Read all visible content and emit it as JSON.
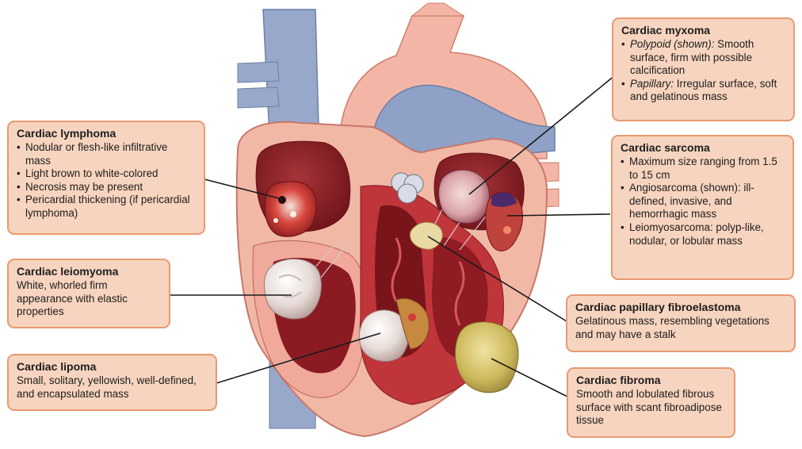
{
  "callouts": {
    "lymphoma": {
      "title": "Cardiac lymphoma",
      "items": [
        "Nodular or flesh-like infiltrative mass",
        "Light brown to white-colored",
        "Necrosis may be present",
        "Pericardial thickening (if pericardial lymphoma)"
      ]
    },
    "leiomyoma": {
      "title": "Cardiac leiomyoma",
      "description": "White, whorled firm appearance with elastic properties"
    },
    "lipoma": {
      "title": "Cardiac lipoma",
      "description": "Small, solitary, yellowish, well-defined, and encapsulated mass"
    },
    "myxoma": {
      "title": "Cardiac myxoma",
      "items": [
        {
          "label": "Polypoid (shown):",
          "text": " Smooth surface, firm with possible calcification"
        },
        {
          "label": "Papillary:",
          "text": " Irregular surface, soft and gelatinous mass"
        }
      ]
    },
    "sarcoma": {
      "title": "Cardiac sarcoma",
      "items": [
        "Maximum size ranging from 1.5 to 15 cm",
        "Angiosarcoma (shown): ill-defined, invasive, and hemorrhagic mass",
        "Leiomyosarcoma: polyp-like, nodular, or lobular mass"
      ]
    },
    "fibroelastoma": {
      "title": "Cardiac papillary fibroelastoma",
      "description": "Gelatinous mass, resembling vegetations and may have a stalk"
    },
    "fibroma": {
      "title": "Cardiac fibroma",
      "description": "Smooth and lobulated fibrous surface with scant fibroadipose tissue"
    }
  },
  "colors": {
    "box_fill": "#f7d4bf",
    "box_border": "#e79a72",
    "heart_wall": "#f2b8a6",
    "myocardium": "#b8252b",
    "vessel_blue": "#8fa1c6"
  }
}
